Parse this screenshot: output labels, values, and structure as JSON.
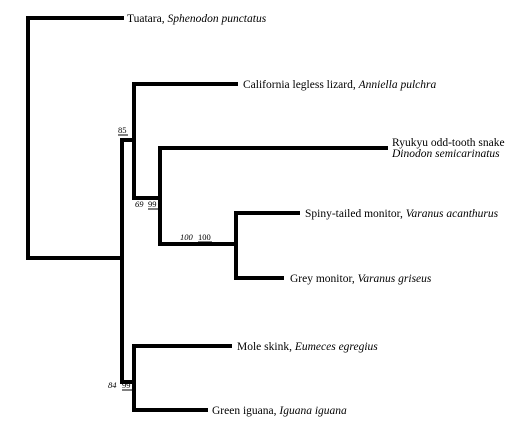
{
  "figure": {
    "taxa": [
      {
        "id": "tuatara",
        "common": "Tuatara, ",
        "scientific": "Sphenodon punctatus"
      },
      {
        "id": "anniella",
        "common": "California legless lizard, ",
        "scientific": "Anniella pulchra"
      },
      {
        "id": "dinodon",
        "common": "Ryukyu odd-tooth snake",
        "scientific": "Dinodon semicarinatus"
      },
      {
        "id": "v-acanthurus",
        "common": "Spiny-tailed monitor, ",
        "scientific": "Varanus acanthurus"
      },
      {
        "id": "v-griseus",
        "common": "Grey monitor, ",
        "scientific": "Varanus griseus"
      },
      {
        "id": "eumeces",
        "common": "Mole skink, ",
        "scientific": "Eumeces egregius"
      },
      {
        "id": "iguana",
        "common": "Green iguana, ",
        "scientific": "Iguana iguana"
      }
    ],
    "support": {
      "squamata": {
        "underlined": "85"
      },
      "anniella_snake_varanus": {
        "italic": "69",
        "underlined": "99"
      },
      "varanus": {
        "italic": "100",
        "underlined": "100"
      },
      "skink_iguana": {
        "italic": "84",
        "underlined": "99"
      }
    }
  }
}
